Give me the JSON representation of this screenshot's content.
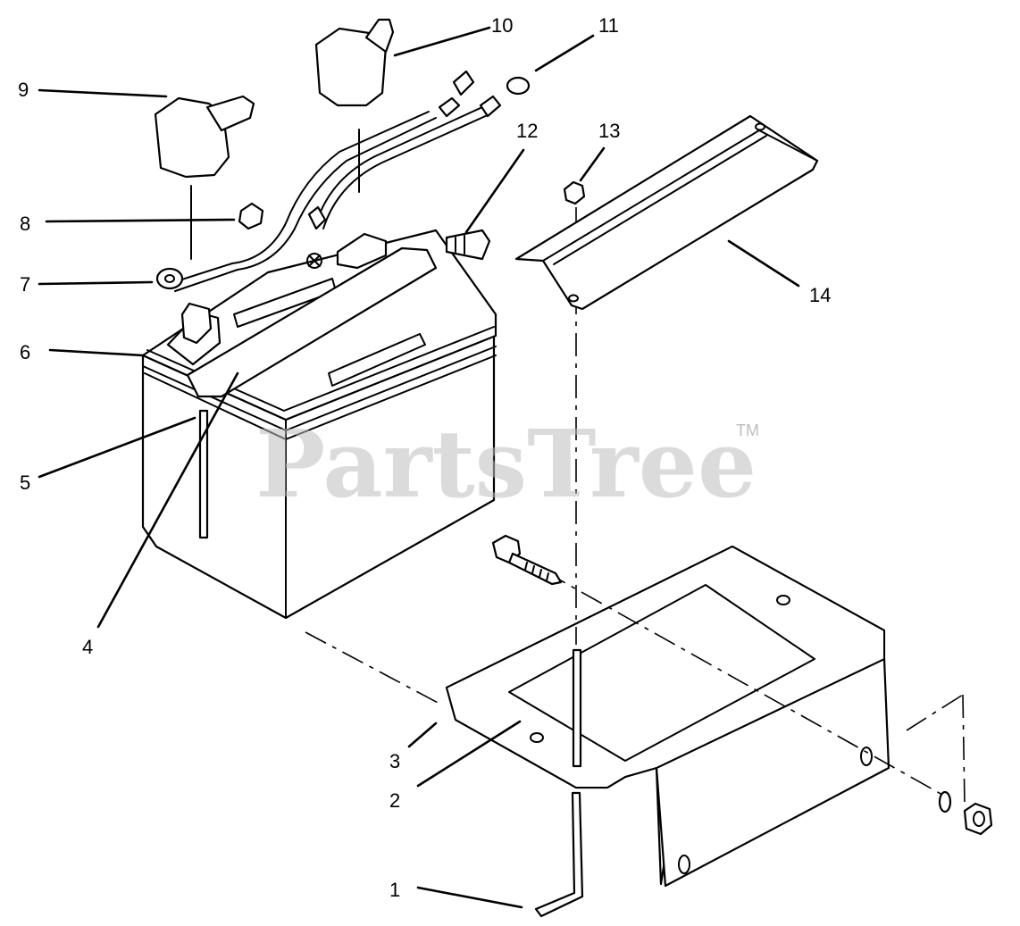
{
  "diagram": {
    "callouts": [
      "1",
      "2",
      "3",
      "4",
      "5",
      "6",
      "7",
      "8",
      "9",
      "10",
      "11",
      "12",
      "13",
      "14"
    ],
    "watermark": {
      "text": "PartsTree",
      "tm": "TM"
    }
  }
}
